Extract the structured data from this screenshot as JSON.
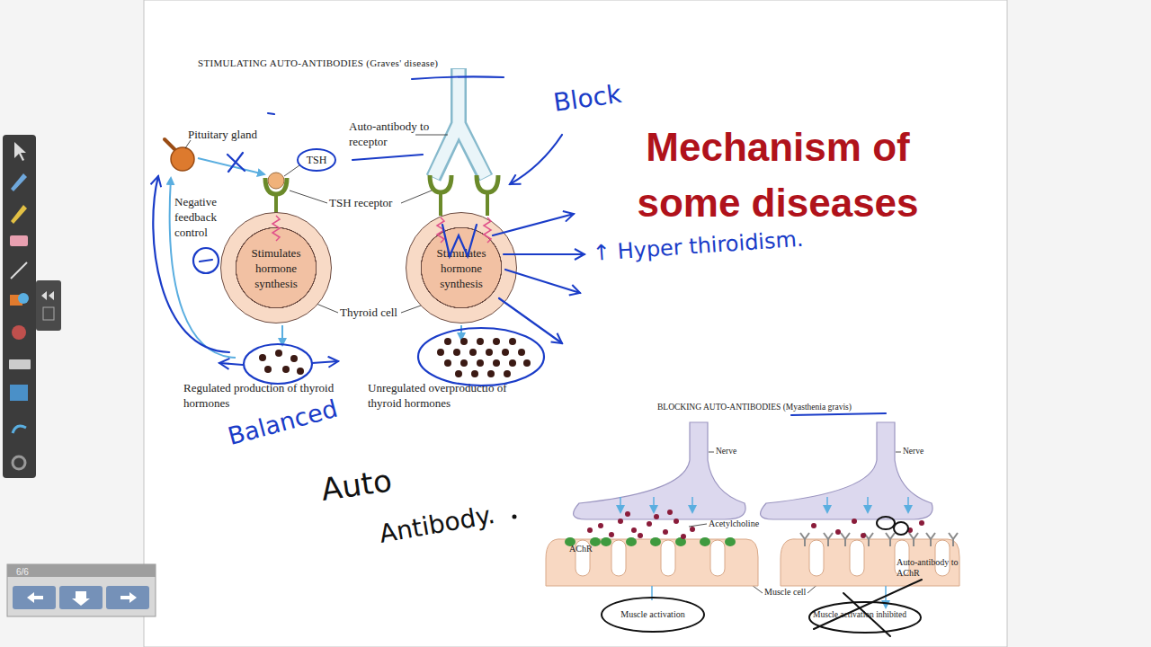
{
  "diagram": {
    "title": "Mechanism of some diseases",
    "nodes": [
      {
        "text": [
          "TSH"
        ]
      },
      {
        "text": [
          "Stimulates hormone synthesis"
        ]
      },
      {
        "text": [
          "Stimulates hormone synthesis"
        ]
      },
      {
        "text": [
          "Muscle activation"
        ]
      }
    ],
    "labels": [
      "STIMULATING AUTO-ANTIBODIES (Graves' disease)",
      "Block",
      "Pituitary gland",
      "Auto-antibody to receptor",
      "Negative feedback control",
      "TSH receptor",
      "↑ Hyper thiroidism.",
      "Thyroid cell",
      "Regulated production of thyroid hormones",
      "Unregulated overproductio of thyroid hormones",
      "Balanced",
      "Auto",
      "Antibody.",
      "BLOCKING AUTO-ANTIBODIES (Myasthenia gravis)",
      "Nerve",
      "Nerve",
      "Acetylcholine",
      "AChR",
      "Muscle cell",
      "Auto-antibody to AChR",
      "Muscle activation inhibited",
      "6/6"
    ]
  }
}
